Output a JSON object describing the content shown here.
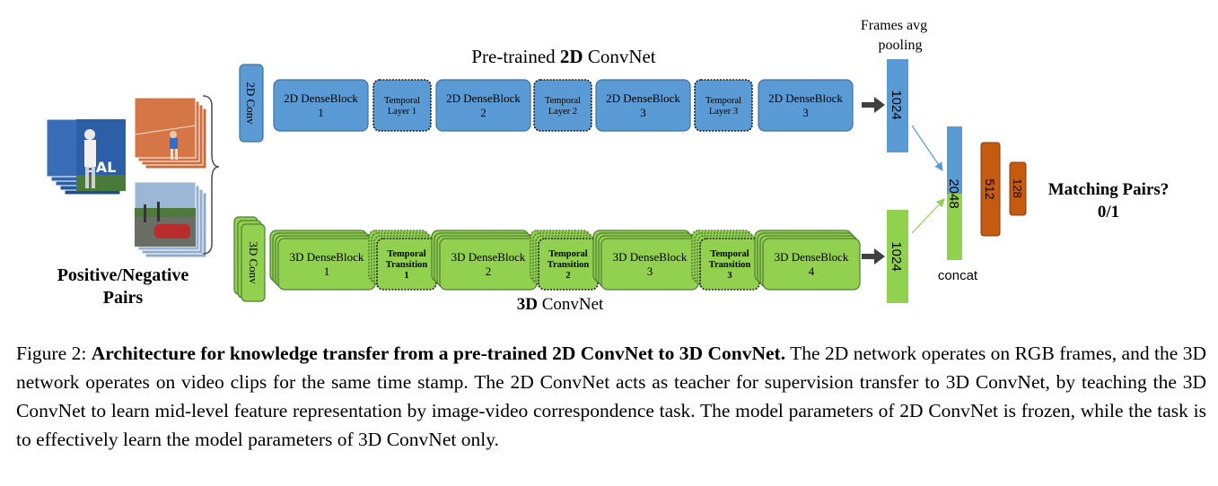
{
  "diagram": {
    "title_2d_prefix": "Pre-trained ",
    "title_2d_bold": "2D",
    "title_2d_suffix": " ConvNet",
    "title_3d_bold": "3D",
    "title_3d_suffix": " ConvNet",
    "frames_avg_line1": "Frames avg",
    "frames_avg_line2": "pooling",
    "input_label_line1": "Positive/Negative",
    "input_label_line2": "Pairs",
    "conv2d_label": "2D Conv",
    "conv3d_label": "3D Conv",
    "row2d_blocks": [
      {
        "type": "dense",
        "line1": "2D DenseBlock",
        "line2": "1"
      },
      {
        "type": "temporal",
        "line1": "Temporal",
        "line2": "Layer 1"
      },
      {
        "type": "dense",
        "line1": "2D DenseBlock",
        "line2": "2"
      },
      {
        "type": "temporal",
        "line1": "Temporal",
        "line2": "Layer 2"
      },
      {
        "type": "dense",
        "line1": "2D DenseBlock",
        "line2": "3"
      },
      {
        "type": "temporal",
        "line1": "Temporal",
        "line2": "Layer 3"
      },
      {
        "type": "dense",
        "line1": "2D DenseBlock",
        "line2": "3"
      }
    ],
    "row3d_blocks": [
      {
        "type": "dense",
        "line1": "3D DenseBlock",
        "line2": "1"
      },
      {
        "type": "temporal",
        "line1": "Temporal",
        "line2": "Transition",
        "line3": "1"
      },
      {
        "type": "dense",
        "line1": "3D DenseBlock",
        "line2": "2"
      },
      {
        "type": "temporal",
        "line1": "Temporal",
        "line2": "Transition",
        "line3": "2"
      },
      {
        "type": "dense",
        "line1": "3D DenseBlock",
        "line2": "3"
      },
      {
        "type": "temporal",
        "line1": "Temporal",
        "line2": "Transition",
        "line3": "3"
      },
      {
        "type": "dense",
        "line1": "3D DenseBlock",
        "line2": "4"
      }
    ],
    "pool2d_label": "1024",
    "pool3d_label": "1024",
    "concat_value": "2048",
    "concat_label": "concat",
    "fc1_label": "512",
    "fc2_label": "128",
    "output_line1": "Matching Pairs?",
    "output_line2": "0/1",
    "colors": {
      "blue": "#5b9bd5",
      "blue_border": "#41719c",
      "green": "#92d050",
      "green_border": "#507e32",
      "orange": "#c55a11",
      "orange_border": "#843c0c",
      "arrow": "#404040"
    }
  },
  "caption": {
    "prefix": "Figure 2: ",
    "bold": "Architecture for knowledge transfer from a pre-trained 2D ConvNet to 3D ConvNet.",
    "body": " The 2D network operates on RGB frames, and the 3D network operates on video clips for the same time stamp.  The 2D ConvNet acts as teacher for supervision transfer to 3D ConvNet, by teaching the 3D ConvNet to learn mid-level feature representation by image-video correspondence task. The model parameters of 2D ConvNet is frozen, while the task is to effectively learn the model parameters of 3D ConvNet only."
  }
}
